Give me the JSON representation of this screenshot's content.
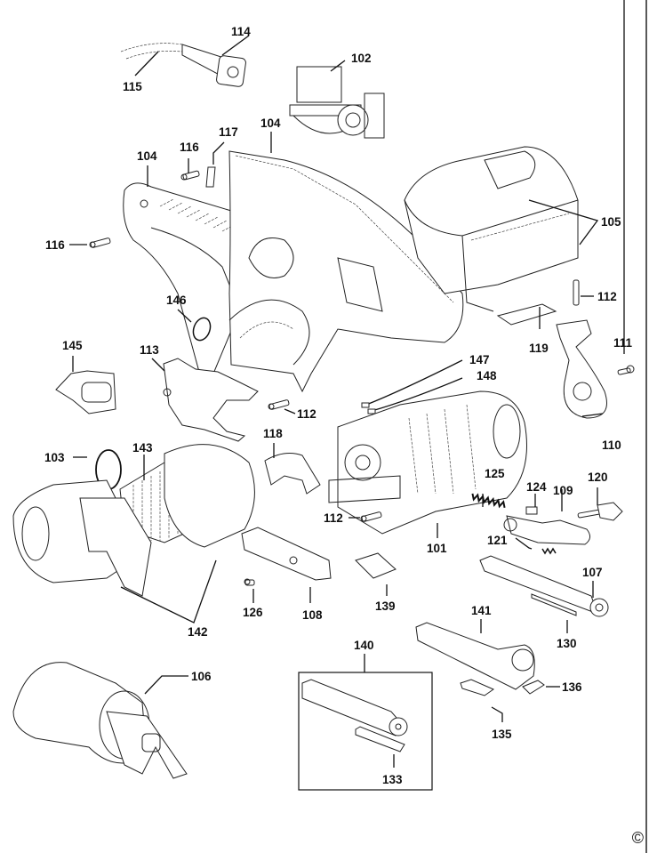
{
  "diagram": {
    "type": "exploded-parts-diagram",
    "copyright_symbol": "©",
    "labels": {
      "p101": "101",
      "p102": "102",
      "p103": "103",
      "p104a": "104",
      "p104b": "104",
      "p105": "105",
      "p106": "106",
      "p107": "107",
      "p108": "108",
      "p109": "109",
      "p110": "110",
      "p111": "111",
      "p112a": "112",
      "p112b": "112",
      "p112c": "112",
      "p113": "113",
      "p114": "114",
      "p115": "115",
      "p116a": "116",
      "p116b": "116",
      "p117": "117",
      "p118": "118",
      "p119": "119",
      "p120": "120",
      "p121": "121",
      "p124": "124",
      "p125": "125",
      "p126": "126",
      "p130": "130",
      "p133": "133",
      "p135": "135",
      "p136": "136",
      "p139": "139",
      "p140": "140",
      "p141": "141",
      "p142": "142",
      "p143": "143",
      "p145": "145",
      "p146": "146",
      "p147": "147",
      "p148": "148"
    }
  }
}
